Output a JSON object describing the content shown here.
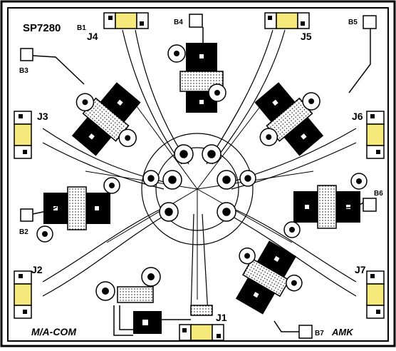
{
  "board": {
    "part_number": "SP7280",
    "maker_logo": "M/A-COM",
    "brand_logo": "AMK",
    "connectors": {
      "j1": "J1",
      "j2": "J2",
      "j3": "J3",
      "j4": "J4",
      "j5": "J5",
      "j6": "J6",
      "j7": "J7"
    },
    "pins": {
      "b1": "B1",
      "b2": "B2",
      "b3": "B3",
      "b4": "B4",
      "b5": "B5",
      "b6": "B6",
      "b7": "B7"
    },
    "colors": {
      "connector_fill": "#f4e97a",
      "ink": "#000000",
      "paper": "#ffffff"
    }
  }
}
